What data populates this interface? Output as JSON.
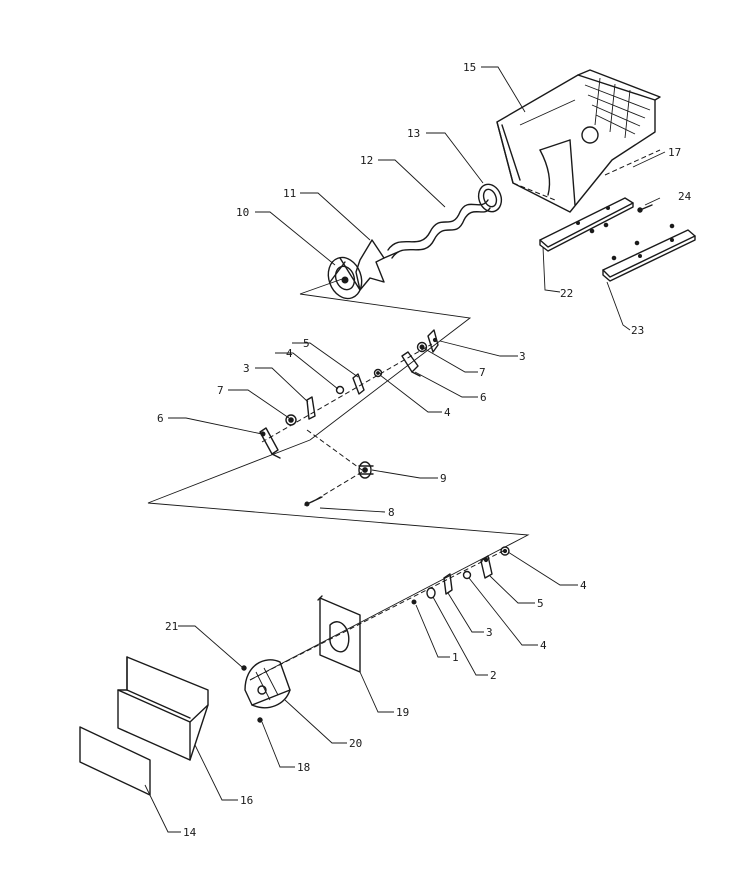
{
  "callouts": {
    "c1": "1",
    "c2": "2",
    "c3a": "3",
    "c3b": "3",
    "c3c": "3",
    "c4a": "4",
    "c4b": "4",
    "c4c": "4",
    "c4d": "4",
    "c5a": "5",
    "c5b": "5",
    "c6a": "6",
    "c6b": "6",
    "c7a": "7",
    "c7b": "7",
    "c8": "8",
    "c9": "9",
    "c10": "10",
    "c11": "11",
    "c12": "12",
    "c13": "13",
    "c14": "14",
    "c15": "15",
    "c16": "16",
    "c17": "17",
    "c18": "18",
    "c19": "19",
    "c20": "20",
    "c21": "21",
    "c22": "22",
    "c23": "23",
    "c24": "24"
  }
}
